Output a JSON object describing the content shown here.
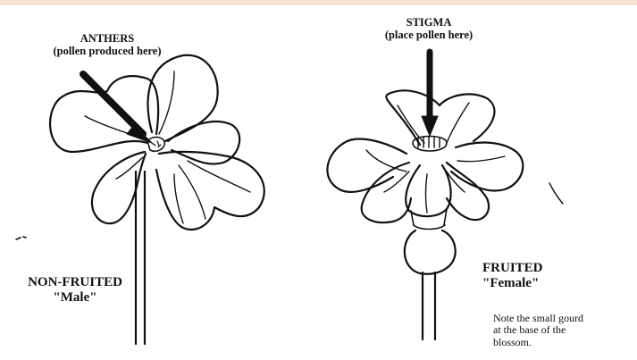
{
  "male_flower": {
    "pointer_title": "ANTHERS",
    "pointer_subtitle": "(pollen produced here)",
    "type_label": "NON-FRUITED",
    "type_sublabel": "\"Male\""
  },
  "female_flower": {
    "pointer_title": "STIGMA",
    "pointer_subtitle": "(place pollen here)",
    "type_label": "FRUITED",
    "type_sublabel": "\"Female\"",
    "note_lines": [
      "Note the small gourd",
      "at the base of the",
      "blossom."
    ]
  }
}
